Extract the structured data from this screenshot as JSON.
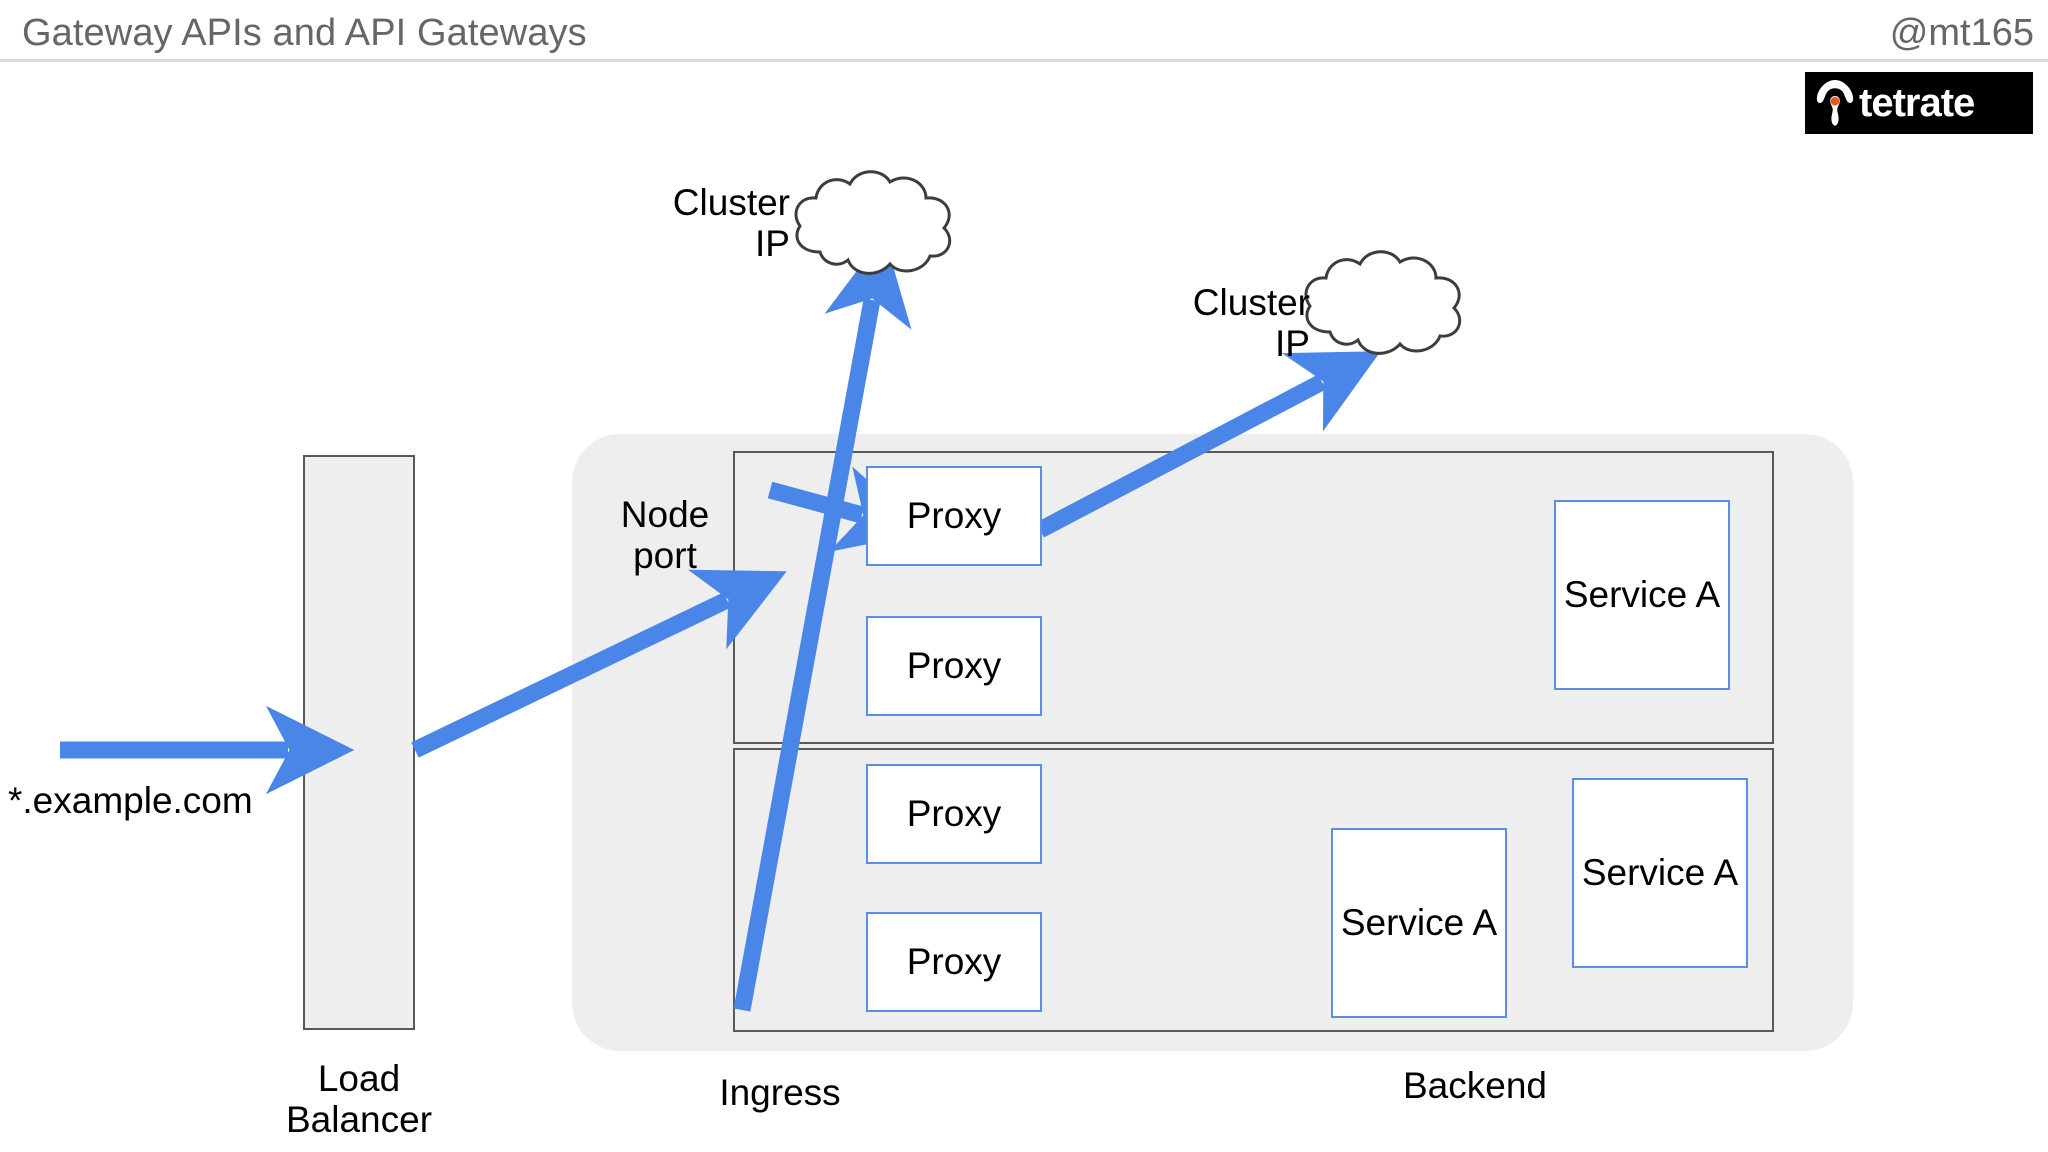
{
  "header": {
    "title": "Gateway APIs and API Gateways",
    "handle": "@mt165"
  },
  "logo": {
    "wordmark": "tetrate",
    "mark_icon": "tetrate-arch-icon",
    "background_color": "#000000",
    "dot_color": "#e8581f"
  },
  "colors": {
    "arrow_blue": "#4a86e8",
    "node_border_blue": "#5b8fe3",
    "shell_gray": "#eeeeee",
    "group_border_gray": "#595959",
    "title_gray": "#666666"
  },
  "diagram": {
    "ingress_traffic_label": "*.example.com",
    "load_balancer_label": "Load\nBalancer",
    "node_port_label": "Node\nport",
    "ingress_label": "Ingress",
    "backend_label": "Backend",
    "clouds": [
      {
        "label": "Cluster\nIP"
      },
      {
        "label": "Cluster\nIP"
      }
    ],
    "top_row": {
      "proxies": [
        {
          "label": "Proxy"
        },
        {
          "label": "Proxy"
        }
      ],
      "services": [
        {
          "label": "Service\nA"
        }
      ]
    },
    "bottom_row": {
      "proxies": [
        {
          "label": "Proxy"
        },
        {
          "label": "Proxy"
        }
      ],
      "services": [
        {
          "label": "Service\nA"
        },
        {
          "label": "Service\nA"
        }
      ]
    }
  }
}
